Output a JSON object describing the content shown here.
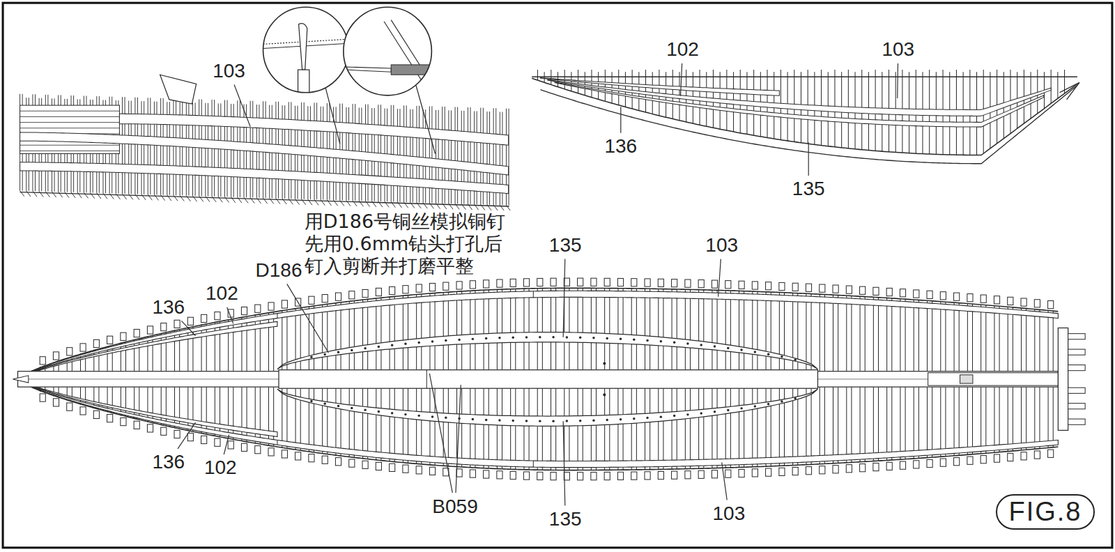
{
  "diagram": {
    "nodes": [
      {
        "text": [
          "FIG.8"
        ]
      }
    ],
    "labels": [
      "103",
      "102",
      "103",
      "136",
      "135",
      "用D186号铜丝模拟铜钉 先用0.6mm钻头打孔后 钉入剪断并打磨平整",
      "135",
      "103",
      "D186",
      "102",
      "136",
      "136",
      "102",
      "B059",
      "135",
      "103"
    ]
  }
}
